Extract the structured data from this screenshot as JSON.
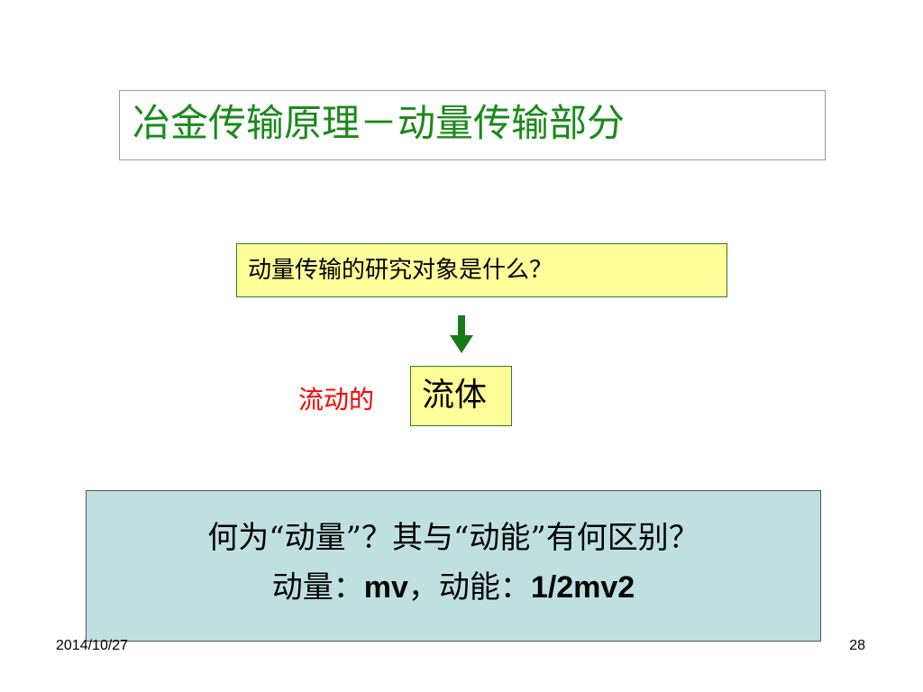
{
  "title": "冶金传输原理－动量传输部分",
  "question": "动量传输的研究对象是什么？",
  "answer": {
    "prefix": "流动的",
    "term": "流体"
  },
  "bottom": {
    "line1": "何为“动量”？其与“动能”有何区别？",
    "line2": {
      "momentum_label": "动量：",
      "momentum_formula": "mv",
      "separator": "，",
      "energy_label": "动能：",
      "energy_formula": "1/2mv2"
    }
  },
  "footer": {
    "date": "2014/10/27",
    "page_number": "28"
  },
  "colors": {
    "title_text": "#1a8a1a",
    "highlight_fill": "#ffff99",
    "arrow": "#1a7a1a",
    "prefix_text": "#ff0000",
    "bottom_fill": "#c0e0e0"
  },
  "icons": {
    "arrow": "down-arrow-icon"
  }
}
